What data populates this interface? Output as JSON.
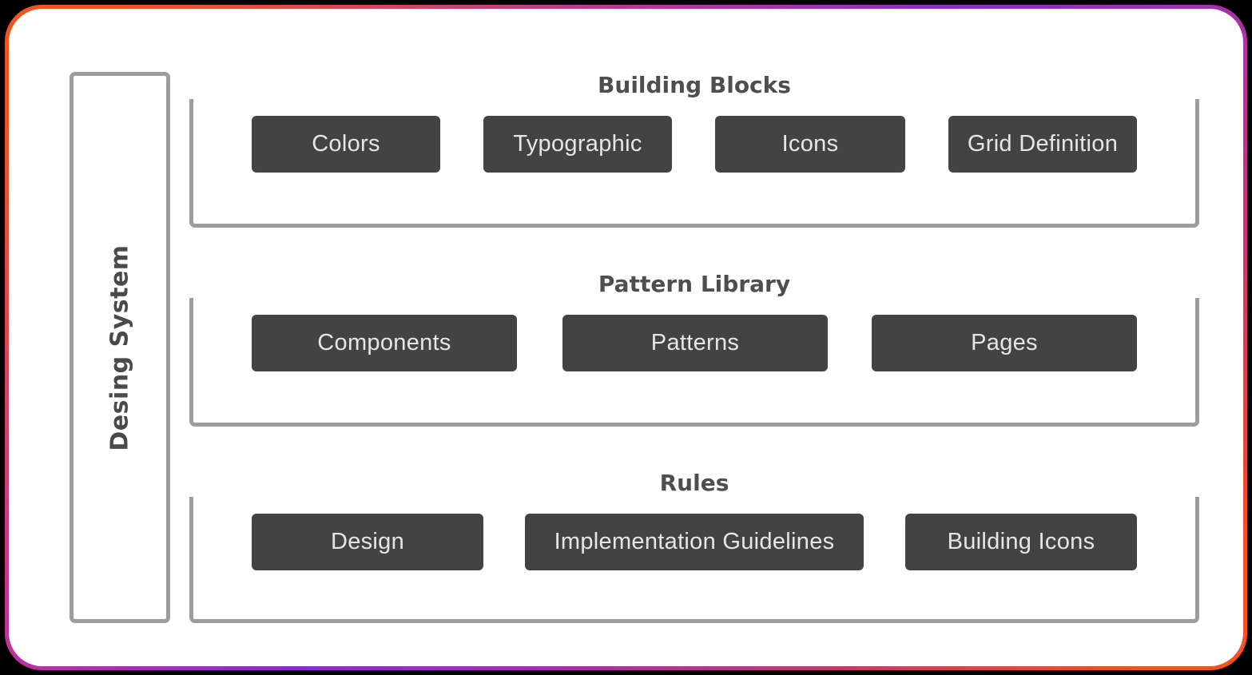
{
  "diagram": {
    "sidebar": {
      "label": "Desing System"
    },
    "sections": [
      {
        "title": "Building Blocks",
        "items": [
          {
            "label": "Colors"
          },
          {
            "label": "Typographic"
          },
          {
            "label": "Icons"
          },
          {
            "label": "Grid Definition"
          }
        ]
      },
      {
        "title": "Pattern Library",
        "items": [
          {
            "label": "Components"
          },
          {
            "label": "Patterns"
          },
          {
            "label": "Pages"
          }
        ]
      },
      {
        "title": "Rules",
        "items": [
          {
            "label": "Design"
          },
          {
            "label": "Implementation Guidelines"
          },
          {
            "label": "Building Icons"
          }
        ]
      }
    ]
  },
  "colors": {
    "frame_gradient_start": "#F4521E",
    "frame_gradient_end": "#8B2BD4",
    "box_border": "#9D9D9D",
    "chip_background": "#434343",
    "chip_text": "#E6E6E6",
    "title_text": "#4E4E4E",
    "page_background": "#FFFFFF"
  }
}
